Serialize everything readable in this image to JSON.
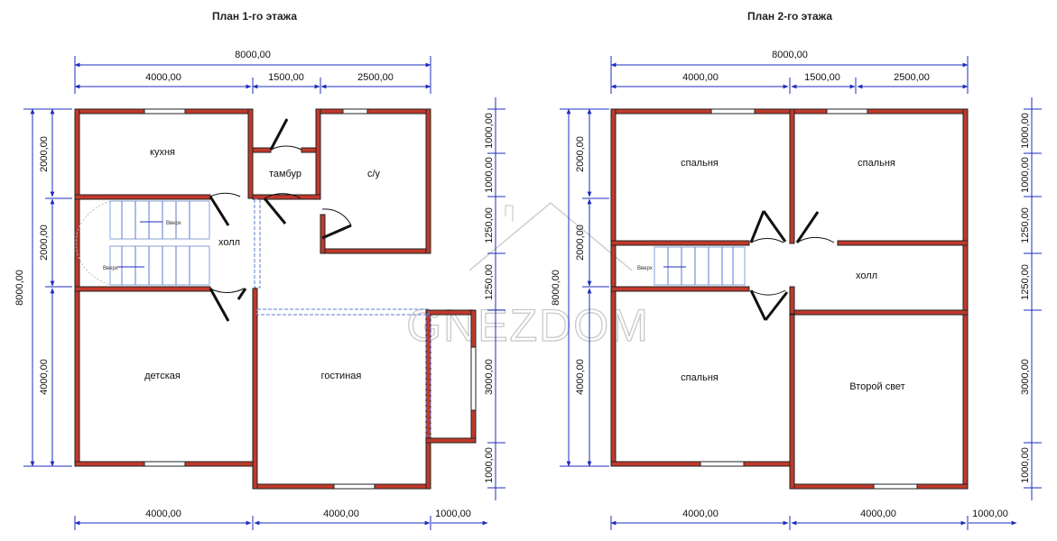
{
  "plans": [
    {
      "title": "План 1-го этажа",
      "top_total": "8000,00",
      "top_segments": [
        "4000,00",
        "1500,00",
        "2500,00"
      ],
      "bottom_segments": [
        "4000,00",
        "4000,00",
        "1000,00"
      ],
      "left_total": "8000,00",
      "left_segments": [
        "2000,00",
        "2000,00",
        "4000,00"
      ],
      "right_segments": [
        "1000,00",
        "1000,00",
        "1250,00",
        "1250,00",
        "3000,00",
        "1000,00"
      ],
      "rooms": [
        "кухня",
        "тамбур",
        "с/у",
        "холл",
        "детская",
        "гостиная"
      ],
      "stair_labels": [
        "Вверх",
        "Вверх"
      ]
    },
    {
      "title": "План 2-го этажа",
      "top_total": "8000,00",
      "top_segments": [
        "4000,00",
        "1500,00",
        "2500,00"
      ],
      "bottom_segments": [
        "4000,00",
        "4000,00",
        "1000,00"
      ],
      "left_total": "8000,00",
      "left_segments": [
        "2000,00",
        "2000,00",
        "4000,00"
      ],
      "right_segments": [
        "1000,00",
        "1000,00",
        "1250,00",
        "1250,00",
        "3000,00",
        "1000,00"
      ],
      "rooms": [
        "спальня",
        "спальня",
        "холл",
        "спальня",
        "Второй свет"
      ],
      "stair_labels": [
        "Вверх"
      ]
    }
  ],
  "watermark": "GNEZDOM",
  "colors": {
    "wall": "#c0392b",
    "dimension": "#1d2dbd",
    "window": "#ffffff"
  }
}
